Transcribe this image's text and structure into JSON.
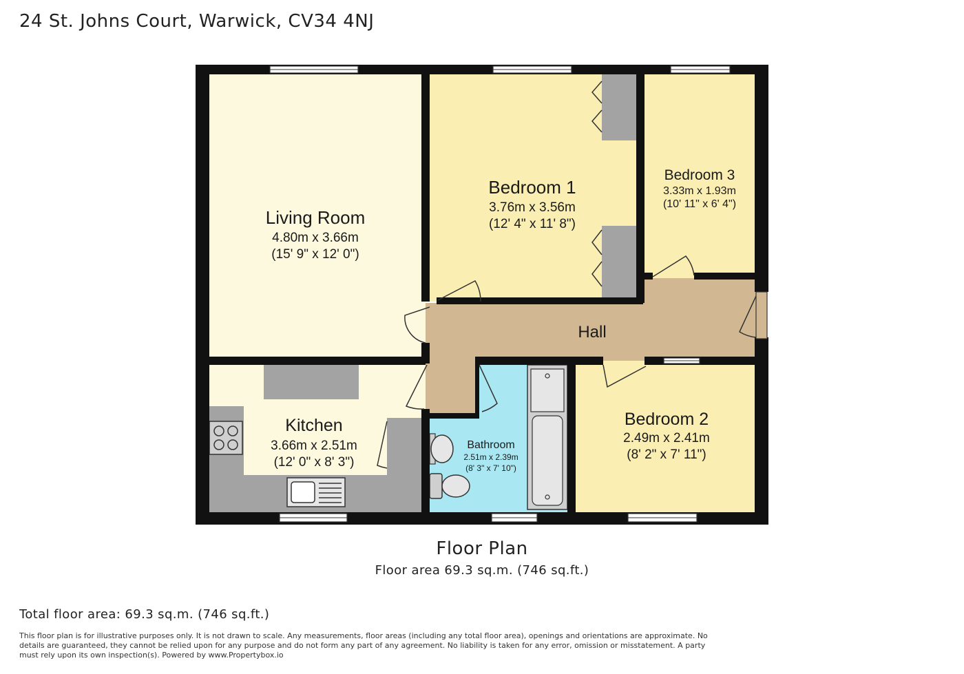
{
  "title": "24 St. Johns Court, Warwick, CV34 4NJ",
  "rooms": {
    "living_room": {
      "name": "Living Room",
      "size_m": "4.80m x 3.66m",
      "size_ft": "(15' 9\" x 12' 0\")"
    },
    "bedroom1": {
      "name": "Bedroom 1",
      "size_m": "3.76m x 3.56m",
      "size_ft": "(12' 4\" x 11' 8\")"
    },
    "bedroom3": {
      "name": "Bedroom 3",
      "size_m": "3.33m x 1.93m",
      "size_ft": "(10' 11\" x 6' 4\")"
    },
    "hall": {
      "name": "Hall"
    },
    "kitchen": {
      "name": "Kitchen",
      "size_m": "3.66m x 2.51m",
      "size_ft": "(12' 0\" x 8' 3\")"
    },
    "bathroom": {
      "name": "Bathroom",
      "size_m": "2.51m x 2.39m",
      "size_ft": "(8' 3\" x 7' 10\")"
    },
    "bedroom2": {
      "name": "Bedroom 2",
      "size_m": "2.49m x 2.41m",
      "size_ft": "(8' 2\" x 7' 11\")"
    }
  },
  "colors": {
    "wall": "#111111",
    "living_room": "#fdf9df",
    "bedroom": "#fbeeb2",
    "hall": "#d2b892",
    "bathroom": "#a9e8f2",
    "fixture": "#a3a3a3"
  },
  "caption": {
    "title": "Floor Plan",
    "area": "Floor area 69.3 sq.m. (746 sq.ft.)"
  },
  "total_area": "Total floor area: 69.3 sq.m. (746 sq.ft.)",
  "disclaimer": "This floor plan is for illustrative purposes only. It is not drawn to scale. Any measurements, floor areas (including any total floor area), openings and orientations are approximate. No details are guaranteed, they cannot be relied upon for any purpose and do not form any part of any agreement. No liability is taken for any error, omission or misstatement. A party must rely upon its own inspection(s). Powered by www.Propertybox.io"
}
